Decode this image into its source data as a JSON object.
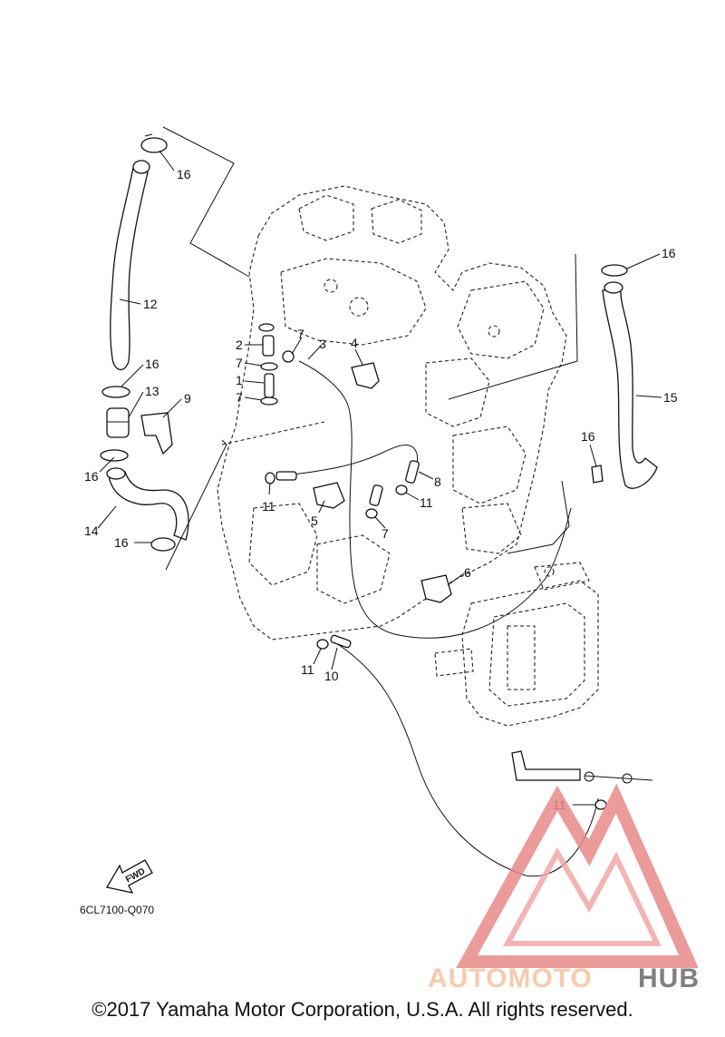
{
  "diagram_code": "6CL7100-Q070",
  "fwd_label": "FWD",
  "copyright": "©2017 Yamaha Motor Corporation, U.S.A. All rights reserved.",
  "watermark": {
    "text_part1": "AUTOMOTO",
    "text_part2": "HUB",
    "colors": {
      "accent": "#e98a8a",
      "light": "#f5c3a0",
      "dark": "#6b6b6b"
    }
  },
  "callouts": [
    "16",
    "12",
    "16",
    "13",
    "9",
    "16",
    "14",
    "16",
    "2",
    "7",
    "1",
    "7",
    "7",
    "3",
    "4",
    "11",
    "5",
    "8",
    "11",
    "7",
    "6",
    "11",
    "10",
    "16",
    "15",
    "16",
    "11"
  ]
}
